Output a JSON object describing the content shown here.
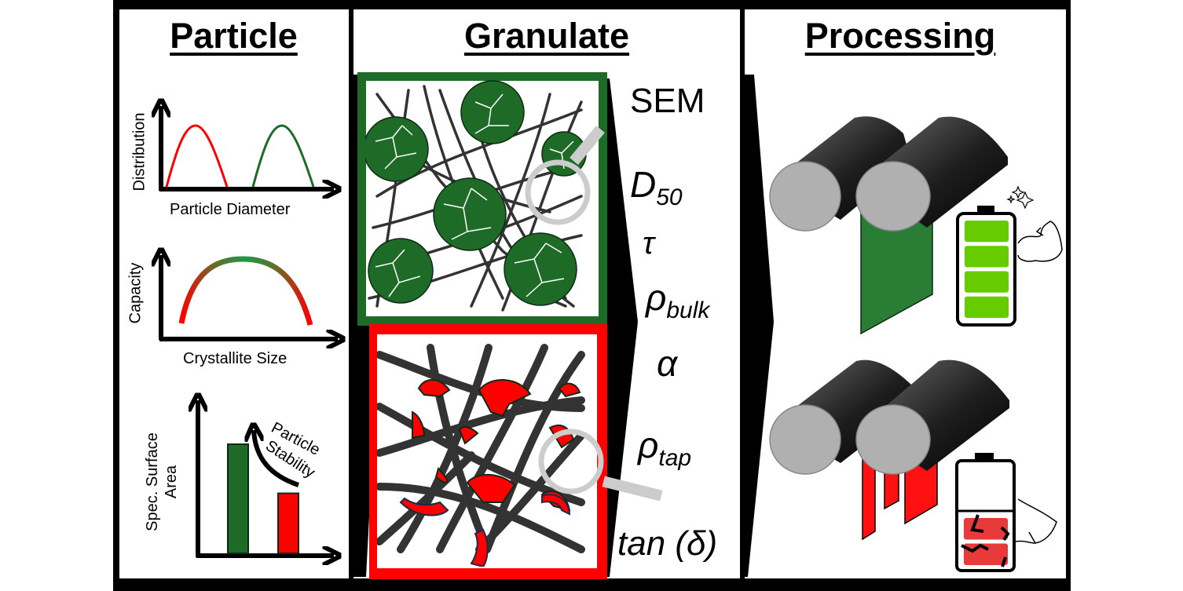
{
  "panels": {
    "particle": {
      "title": "Particle",
      "distribution_chart": {
        "ylabel": "Distribution",
        "xlabel": "Particle Diameter",
        "curves": [
          {
            "name": "small-particles",
            "color": "#ff0000"
          },
          {
            "name": "large-particles",
            "color": "#1e6b28"
          }
        ]
      },
      "capacity_chart": {
        "ylabel": "Capacity",
        "xlabel": "Crystallite Size",
        "gradient": {
          "edge_color": "#ff0000",
          "center_color": "#1a9a48"
        }
      },
      "surface_chart": {
        "ylabel_line1": "Spec. Surface",
        "ylabel_line2": "Area",
        "annotation_line1": "Particle",
        "annotation_line2": "Stability",
        "bars": [
          {
            "name": "green",
            "relative_value": 1.0,
            "color": "#1e6b28"
          },
          {
            "name": "red",
            "relative_value": 0.55,
            "color": "#ff0000"
          }
        ]
      }
    },
    "granulate": {
      "title": "Granulate",
      "good_color": "#1e6b28",
      "bad_color": "#ff0000",
      "parameters": [
        {
          "id": "sem",
          "main": "SEM",
          "sub": "",
          "italic": false
        },
        {
          "id": "d50",
          "main": "D",
          "sub": "50",
          "italic": true
        },
        {
          "id": "tau",
          "main": "τ",
          "sub": "",
          "italic": true
        },
        {
          "id": "rho-bulk",
          "main": "ρ",
          "sub": "bulk",
          "italic": true
        },
        {
          "id": "alpha",
          "main": "α",
          "sub": "",
          "italic": true
        },
        {
          "id": "rho-tap",
          "main": "ρ",
          "sub": "tap",
          "italic": true
        },
        {
          "id": "tan-delta",
          "main": "tan (δ)",
          "sub": "",
          "italic": true
        }
      ]
    },
    "processing": {
      "title": "Processing",
      "good_battery": {
        "charge_segments": 4,
        "filled_segments": 4,
        "color": "#66cc00"
      },
      "bad_battery": {
        "charge_segments": 4,
        "filled_segments": 2,
        "color": "#e83a3a"
      },
      "good_electrode_color": "#2a7d35",
      "bad_electrode_color": "#ff1111"
    }
  }
}
